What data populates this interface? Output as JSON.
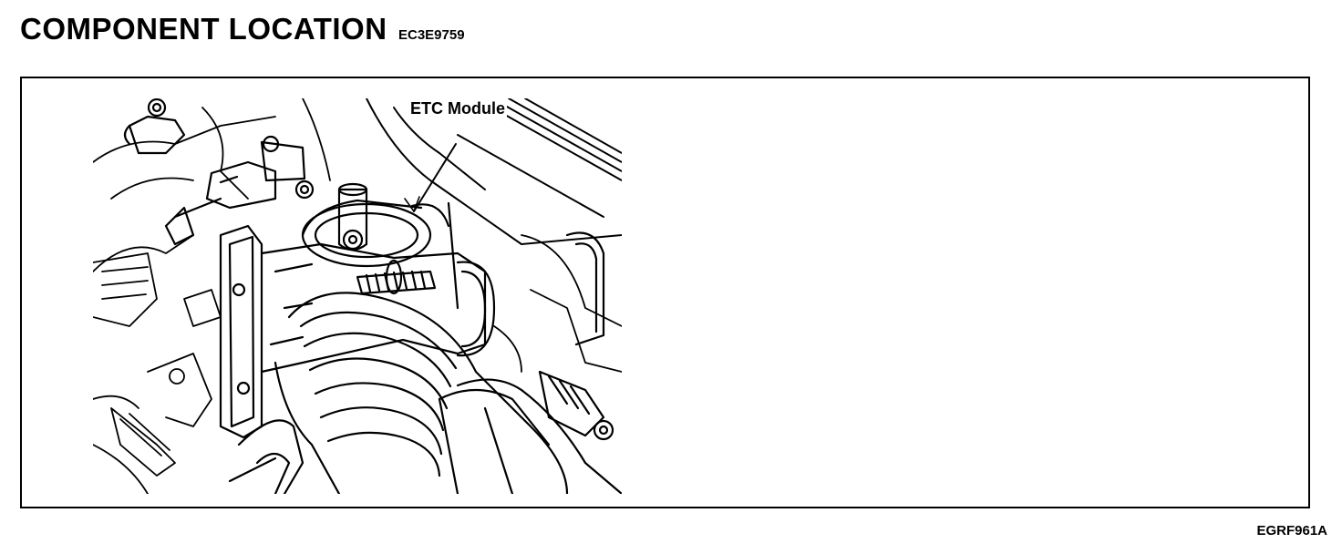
{
  "header": {
    "title": "COMPONENT LOCATION",
    "section_code": "EC3E9759"
  },
  "figure": {
    "callout_label": "ETC Module",
    "figure_code": "EGRF961A"
  }
}
